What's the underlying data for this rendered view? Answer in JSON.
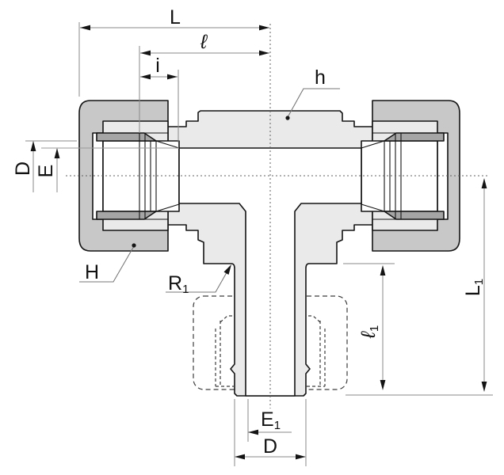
{
  "labels": {
    "L": "L",
    "ell": "ℓ",
    "i": "i",
    "h": "h",
    "D_side": "D",
    "E_side": "E",
    "H": "H",
    "R1": {
      "base": "R",
      "sub": "1"
    },
    "E1": {
      "base": "E",
      "sub": "1"
    },
    "D_bottom": "D",
    "l1": {
      "base": "ℓ",
      "sub": "1"
    },
    "L1": {
      "base": "L",
      "sub": "1"
    }
  },
  "colors": {
    "background": "#ffffff",
    "body": "#eaeaea",
    "nut": "#c8c8c8",
    "ferrule": "#a5a5a5",
    "bore": "#ffffff",
    "outline": "#141414",
    "dimension": "#8a8a8a"
  }
}
